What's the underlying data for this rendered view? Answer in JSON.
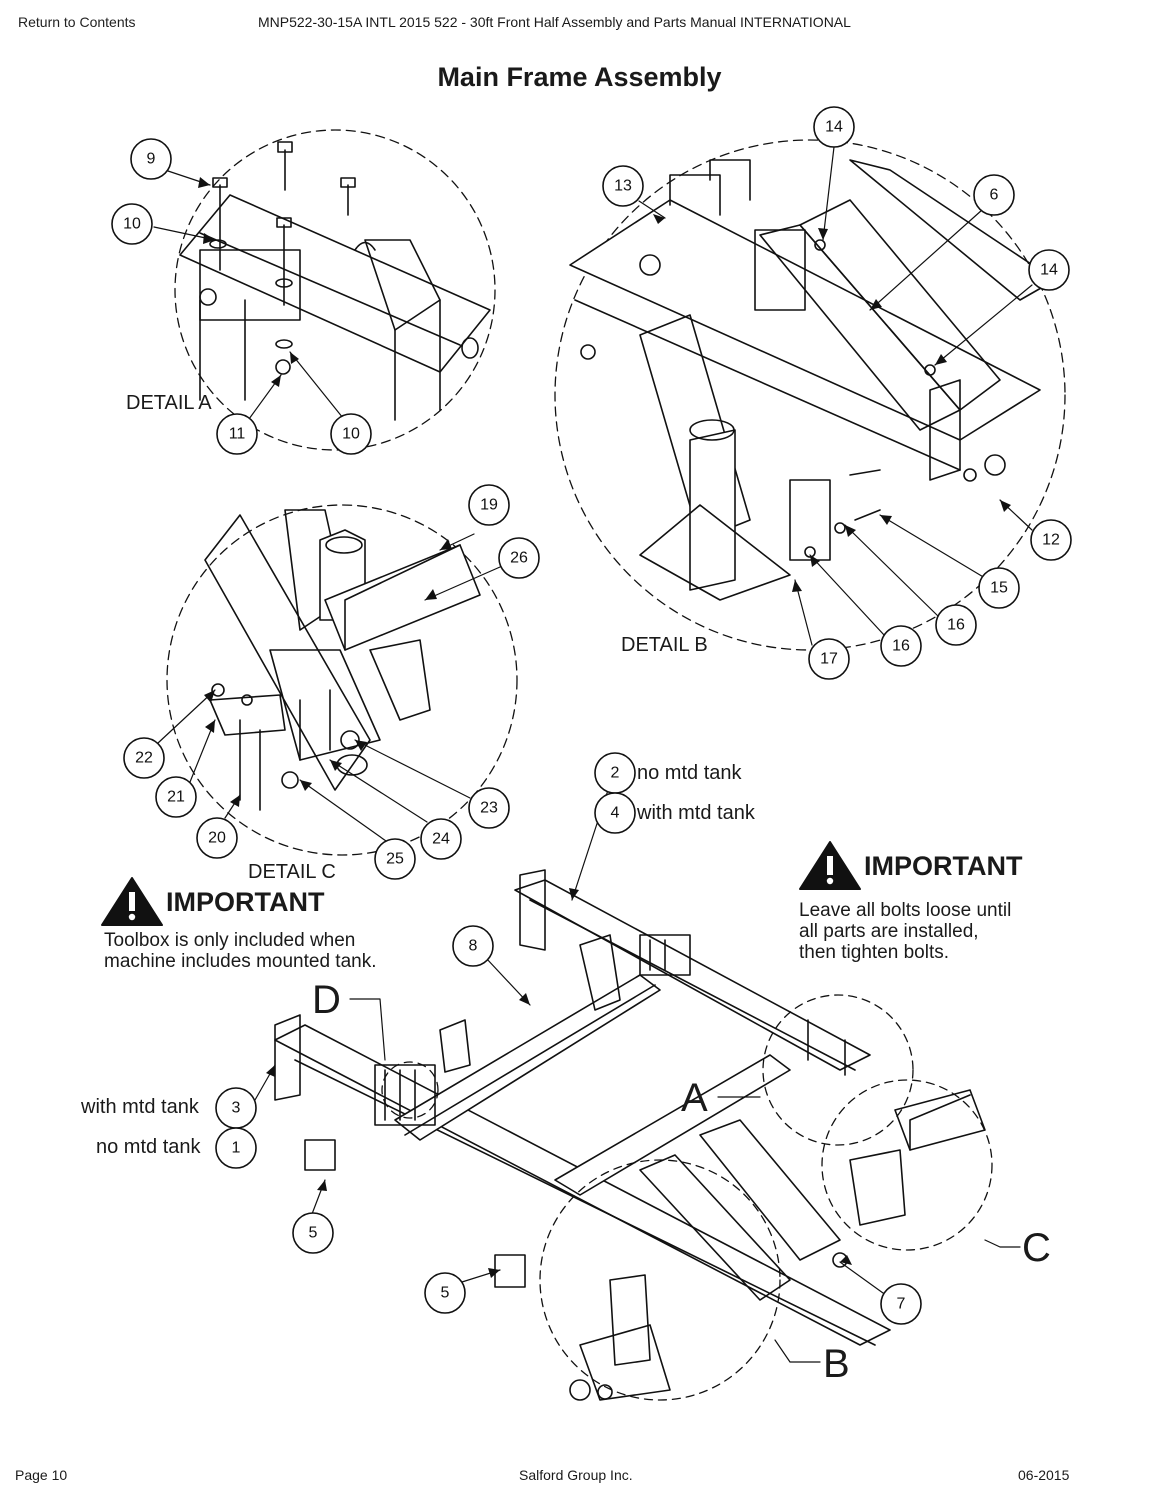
{
  "header": {
    "return_link": "Return to Contents",
    "doc_title": "MNP522-30-15A INTL 2015 522 - 30ft Front Half Assembly and Parts Manual INTERNATIONAL"
  },
  "title": "Main Frame Assembly",
  "details": {
    "a": "DETAIL A",
    "b": "DETAIL B",
    "c": "DETAIL C"
  },
  "detail_letters": {
    "a": "A",
    "b": "B",
    "c": "C",
    "d": "D"
  },
  "callouts": {
    "c1": "9",
    "c2": "10",
    "c3": "11",
    "c4": "10",
    "c5": "13",
    "c6": "14",
    "c7": "6",
    "c8": "14",
    "c9": "12",
    "c10": "15",
    "c11": "16",
    "c12": "16",
    "c13": "17",
    "c14": "19",
    "c15": "26",
    "c16": "22",
    "c17": "21",
    "c18": "20",
    "c19": "25",
    "c20": "24",
    "c21": "23",
    "c22": "2",
    "c23": "4",
    "c24": "8",
    "c25": "3",
    "c26": "1",
    "c27": "5",
    "c28": "5",
    "c29": "7"
  },
  "part_labels": {
    "no_mtd_tank_top": "no mtd tank",
    "with_mtd_tank_top": "with mtd tank",
    "with_mtd_tank_left": "with mtd tank",
    "no_mtd_tank_left": "no mtd tank"
  },
  "important_left": {
    "title": "IMPORTANT",
    "line1": "Toolbox is only included when",
    "line2": "machine includes mounted tank."
  },
  "important_right": {
    "title": "IMPORTANT",
    "line1": "Leave all bolts loose until",
    "line2": "all parts are installed,",
    "line3": "then tighten bolts."
  },
  "footer": {
    "page": "Page 10",
    "company": "Salford Group Inc.",
    "date": "06-2015"
  }
}
